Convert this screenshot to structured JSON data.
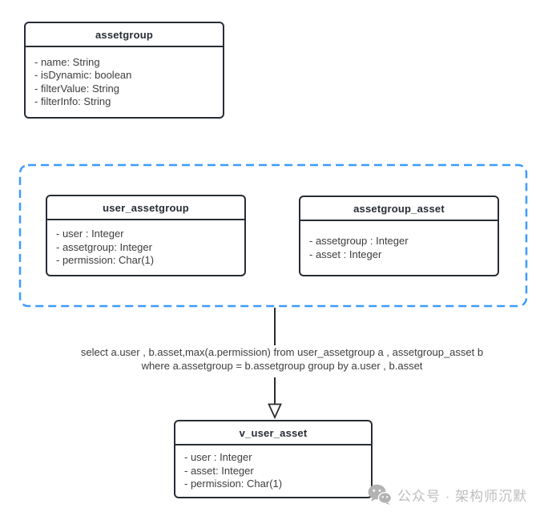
{
  "diagram": {
    "entities": [
      {
        "title": "assetgroup",
        "attributes": [
          "- name: String",
          "- isDynamic: boolean",
          "- filterValue: String",
          "- filterInfo: String"
        ]
      },
      {
        "title": "user_assetgroup",
        "attributes": [
          "- user : Integer",
          "- assetgroup: Integer",
          "- permission: Char(1)"
        ]
      },
      {
        "title": "assetgroup_asset",
        "attributes": [
          "- assetgroup : Integer",
          "- asset : Integer"
        ]
      },
      {
        "title": "v_user_asset",
        "attributes": [
          "- user : Integer",
          "- asset: Integer",
          "- permission: Char(1)"
        ]
      }
    ],
    "sql_annotation": {
      "line1": "select a.user , b.asset,max(a.permission) from user_assetgroup a , assetgroup_asset b",
      "line2": "where a.assetgroup = b.assetgroup group by a.user , b.asset"
    },
    "watermark": {
      "icon": "wechat-icon",
      "text": "公众号 · 架构师沉默"
    },
    "colors": {
      "entity_border": "#272d36",
      "group_dashed_border": "#3e9bfc",
      "attribute_text": "#3d3d3d",
      "sql_text": "#3d3d3d",
      "watermark_text": "#bdbdbd",
      "background": "#ffffff"
    }
  }
}
